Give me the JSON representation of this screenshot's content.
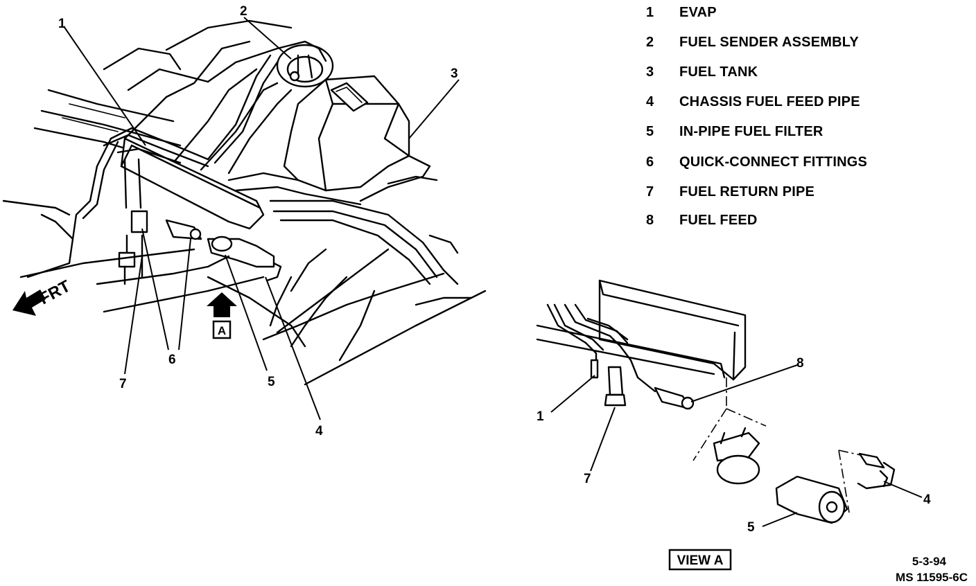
{
  "legend": [
    {
      "num": "1",
      "text": "EVAP"
    },
    {
      "num": "2",
      "text": "FUEL SENDER ASSEMBLY"
    },
    {
      "num": "3",
      "text": "FUEL TANK"
    },
    {
      "num": "4",
      "text": "CHASSIS FUEL FEED PIPE"
    },
    {
      "num": "5",
      "text": "IN-PIPE FUEL FILTER"
    },
    {
      "num": "6",
      "text": "QUICK-CONNECT FITTINGS"
    },
    {
      "num": "7",
      "text": "FUEL RETURN PIPE"
    },
    {
      "num": "8",
      "text": "FUEL FEED"
    }
  ],
  "main_callouts": {
    "c1": "1",
    "c2": "2",
    "c3": "3",
    "c4": "4",
    "c5": "5",
    "c6": "6",
    "c7": "7"
  },
  "view_callouts": {
    "c1": "1",
    "c4": "4",
    "c5": "5",
    "c7": "7",
    "c8": "8"
  },
  "frt_label": "FRT",
  "view_marker": "A",
  "view_title": "VIEW A",
  "date": "5-3-94",
  "code": "MS 11595-6C"
}
